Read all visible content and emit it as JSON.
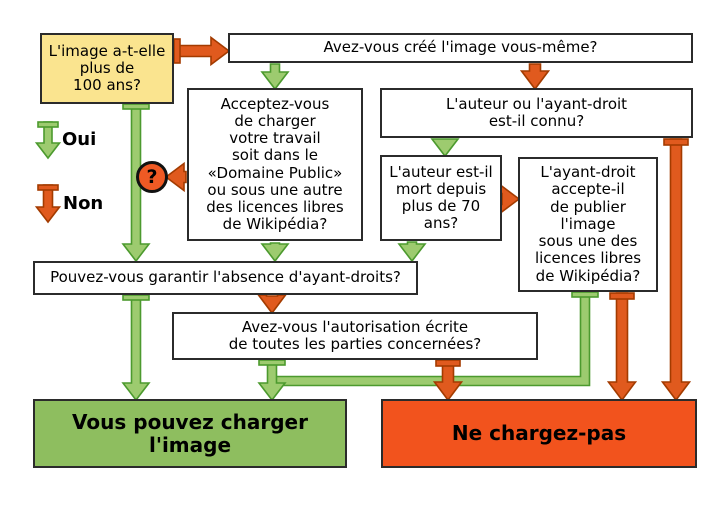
{
  "legend": {
    "oui": "Oui",
    "non": "Non"
  },
  "question_badge": "?",
  "nodes": {
    "age": "L'image a-t-elle\nplus de\n100 ans?",
    "self_made": "Avez-vous créé l'image vous-même?",
    "accept_license": "Acceptez-vous\nde charger\nvotre travail\nsoit dans le\n«Domaine Public»\nou sous une autre\ndes licences libres\nde Wikipédia?",
    "author_known": "L'auteur ou l'ayant-droit\nest-il connu?",
    "author_dead_70": "L'auteur est-il\nmort depuis\nplus de 70\nans?",
    "rights_holder_accepts": "L'ayant-droit\naccepte-il\nde publier\nl'image\nsous une des\nlicences libres\nde Wikipédia?",
    "guarantee_no_rights": "Pouvez-vous garantir l'absence d'ayant-droits?",
    "written_authorization": "Avez-vous l'autorisation écrite\nde toutes les parties concernées?",
    "upload_ok": "Vous pouvez charger l'image",
    "upload_no": "Ne chargez-pas"
  },
  "colors": {
    "yes_arrow_fill": "#9DCB6F",
    "yes_arrow_stroke": "#4C9A2E",
    "no_arrow_fill": "#E05A1E",
    "no_arrow_stroke": "#A33B00",
    "age_box_fill": "#FAE48F",
    "upload_ok_fill": "#8EBE5F",
    "upload_no_fill": "#F2531D",
    "question_badge_fill": "#EF5A24",
    "box_border": "#2B2B2B"
  }
}
